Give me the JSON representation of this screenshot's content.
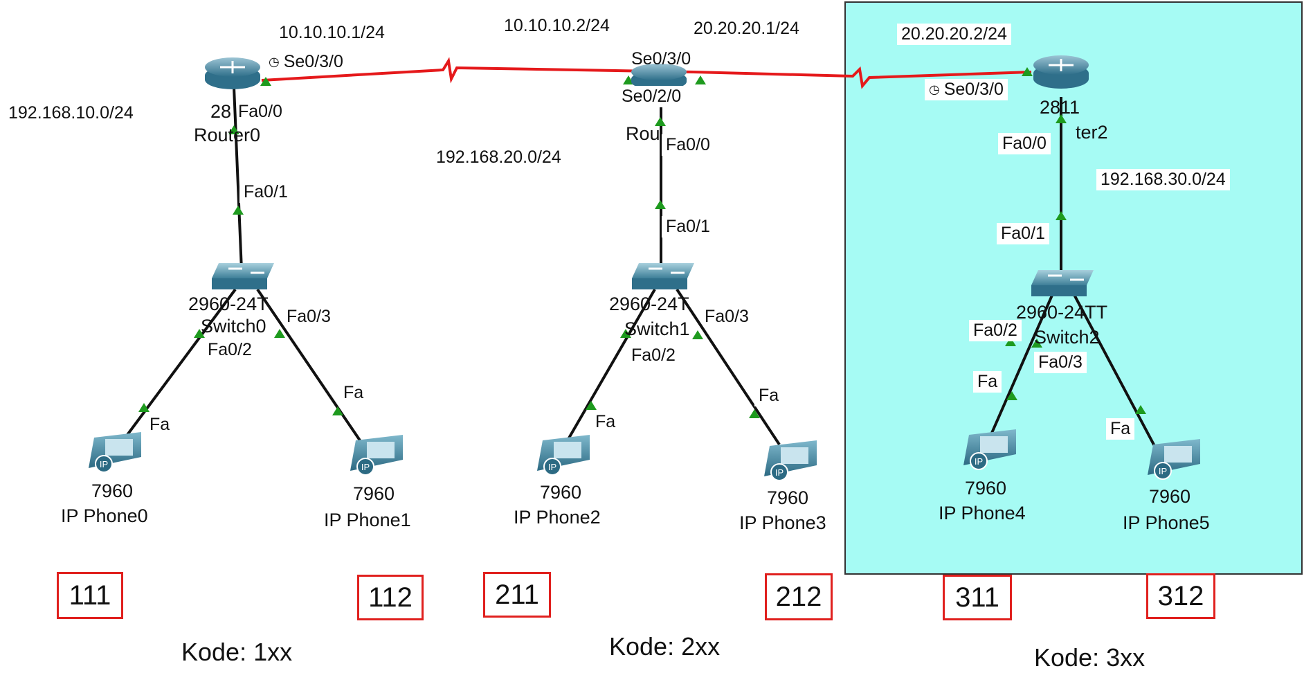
{
  "zone_color": "#a6fbf4",
  "link_colors": {
    "serial": "#e5191b",
    "ethernet": "#111111",
    "port_light": "#1e9a1e"
  },
  "routers": [
    {
      "model": "28",
      "name": "Router0"
    },
    {
      "model": "",
      "name": "Rou"
    },
    {
      "model": "2811",
      "name": "ter2"
    }
  ],
  "switches": [
    {
      "model": "2960-24T",
      "name": "Switch0"
    },
    {
      "model": "2960-24T",
      "name": "Switch1"
    },
    {
      "model": "2960-24TT",
      "name": "Switch2"
    }
  ],
  "phones": [
    {
      "model": "7960",
      "name": "IP Phone0",
      "code": "111"
    },
    {
      "model": "7960",
      "name": "IP Phone1",
      "code": "112"
    },
    {
      "model": "7960",
      "name": "IP Phone2",
      "code": "211"
    },
    {
      "model": "7960",
      "name": "IP Phone3",
      "code": "212"
    },
    {
      "model": "7960",
      "name": "IP Phone4",
      "code": "311"
    },
    {
      "model": "7960",
      "name": "IP Phone5",
      "code": "312"
    }
  ],
  "networks": {
    "lan1": "192.168.10.0/24",
    "lan2": "192.168.20.0/24",
    "lan3": "192.168.30.0/24",
    "wan1_r0": "10.10.10.1/24",
    "wan1_r1": "10.10.10.2/24",
    "wan2_r1": "20.20.20.1/24",
    "wan2_r2": "20.20.20.2/24"
  },
  "ports": {
    "r0_serial": "Se0/3/0",
    "r0_fa": "Fa0/0",
    "sw0_up": "Fa0/1",
    "sw0_p2": "Fa0/2",
    "sw0_p3": "Fa0/3",
    "ph0": "Fa",
    "ph1": "Fa",
    "r1_serial_a": "Se0/3/0",
    "r1_serial_b": "Se0/2/0",
    "r1_fa": "Fa0/0",
    "sw1_up": "Fa0/1",
    "sw1_p2": "Fa0/2",
    "sw1_p3": "Fa0/3",
    "ph2": "Fa",
    "ph3": "Fa",
    "r2_serial": "Se0/3/0",
    "r2_fa": "Fa0/0",
    "sw2_up": "Fa0/1",
    "sw2_p2": "Fa0/2",
    "sw2_p3": "Fa0/3",
    "ph4": "Fa",
    "ph5": "Fa"
  },
  "clock_glyph": "◷",
  "kode": [
    "Kode: 1xx",
    "Kode: 2xx",
    "Kode: 3xx"
  ]
}
